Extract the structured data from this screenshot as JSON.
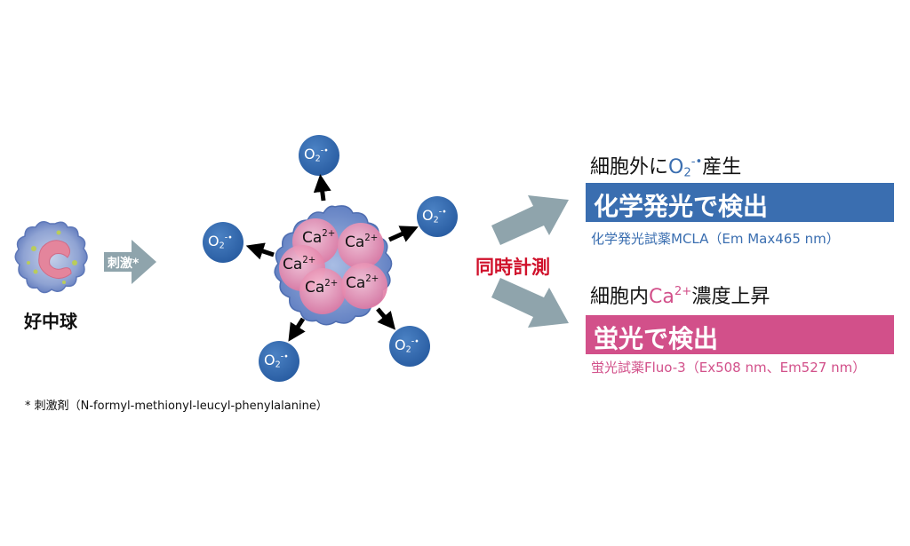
{
  "cell": {
    "label": "好中球"
  },
  "stimulus_arrow": {
    "label": "刺激*"
  },
  "ions": {
    "calcium": {
      "symbol": "Ca",
      "charge": "2+"
    },
    "superoxide": {
      "symbol": "O",
      "subscript": "2",
      "charge": "-•"
    }
  },
  "center": {
    "label": "同時計測"
  },
  "top_branch": {
    "heading_prefix": "細胞外に",
    "heading_symbol": "O",
    "heading_sub": "2",
    "heading_charge": "-•",
    "heading_suffix": "産生",
    "banner": "化学発光で検出",
    "note": "化学発光試薬MCLA（Em Max465 nm）"
  },
  "bottom_branch": {
    "heading_prefix": "細胞内",
    "heading_symbol": "Ca",
    "heading_charge": "2+",
    "heading_suffix": "濃度上昇",
    "banner": "蛍光で検出",
    "note": "蛍光試薬Fluo-3（Ex508 nm、Em527 nm）"
  },
  "footnote": "* 刺激剤（N-formyl-methionyl-leucyl-phenylalanine）",
  "colors": {
    "blue": "#3a6eb0",
    "pink": "#d2508a",
    "gray_arrow": "#8fa4ac",
    "red": "#d0112b",
    "ion_blue": "#2f65a8"
  }
}
